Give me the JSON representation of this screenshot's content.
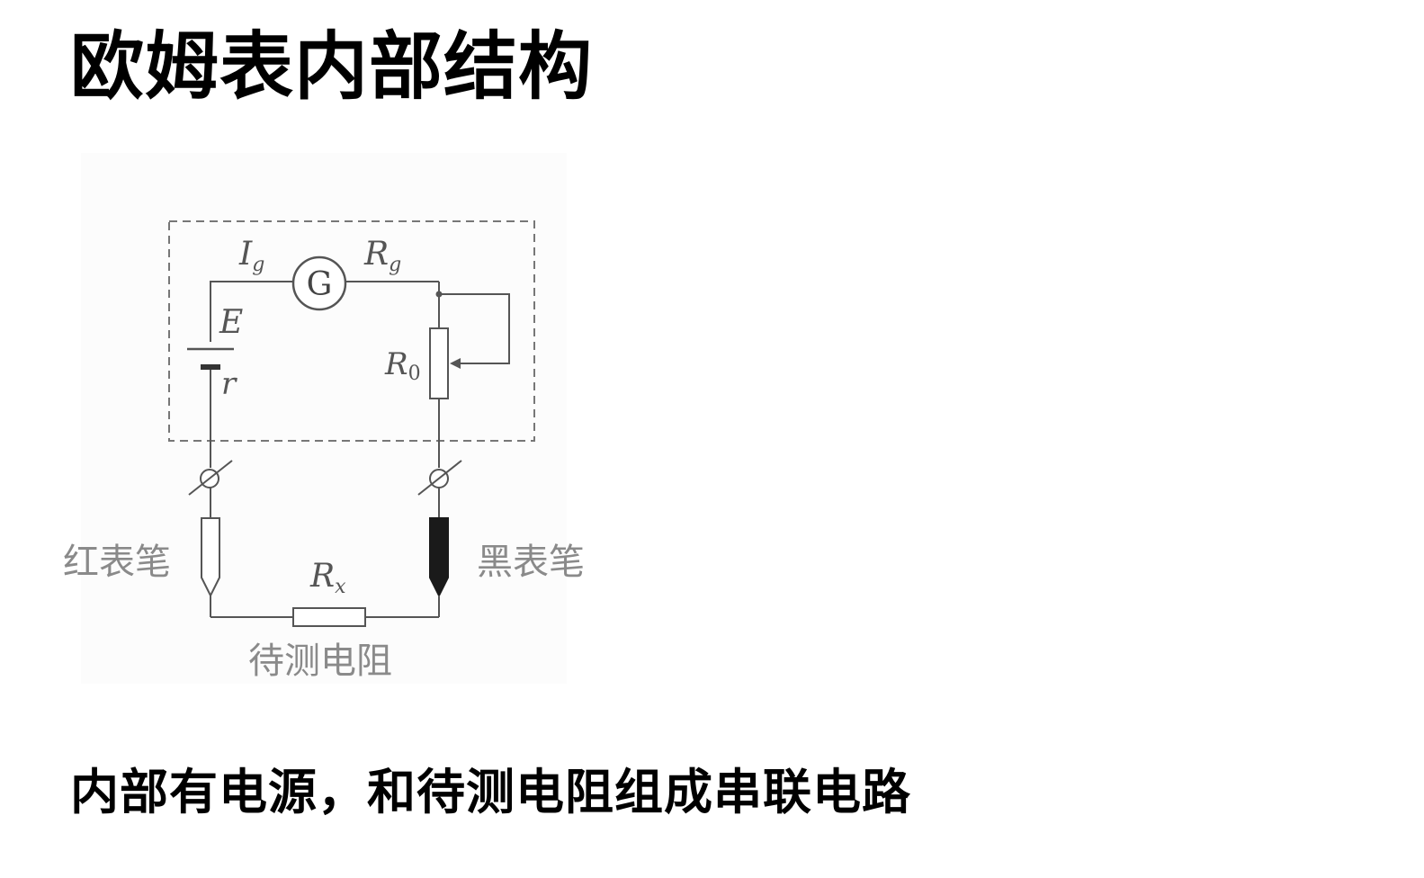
{
  "title": "欧姆表内部结构",
  "diagram": {
    "labels": {
      "current_galvanometer": "I",
      "current_galvanometer_sub": "g",
      "galvanometer_resistance": "R",
      "galvanometer_resistance_sub": "g",
      "galvanometer_symbol": "G",
      "emf": "E",
      "internal_resistance": "r",
      "rheostat": "R",
      "rheostat_sub": "0",
      "unknown_resistor": "R",
      "unknown_resistor_sub": "x",
      "red_probe": "红表笔",
      "black_probe": "黑表笔",
      "resistor_under_test": "待测电阻"
    },
    "colors": {
      "wire": "#555555",
      "dashed_box": "#777777",
      "black_probe_fill": "#1a1a1a",
      "label_gray": "#8a8a8a"
    }
  },
  "caption": "内部有电源，和待测电阻组成串联电路"
}
